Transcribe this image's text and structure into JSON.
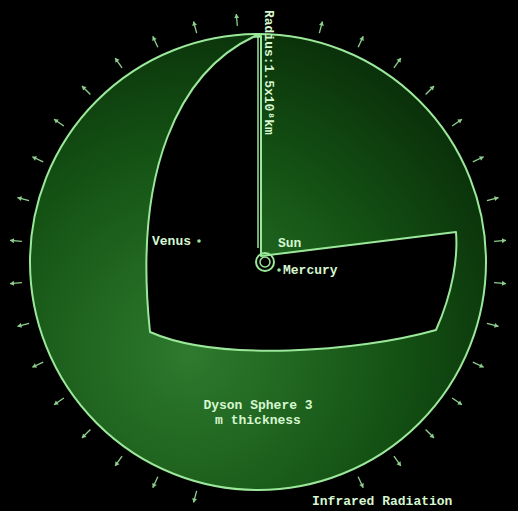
{
  "diagram": {
    "nodes": [
      {
        "text": [
          "Dyson Sphere 3 m thickness"
        ]
      }
    ],
    "labels": [
      "Radius:1.5x10⁸km",
      "Venus",
      "Sun",
      "Mercury",
      "Infrared Radiation"
    ]
  }
}
